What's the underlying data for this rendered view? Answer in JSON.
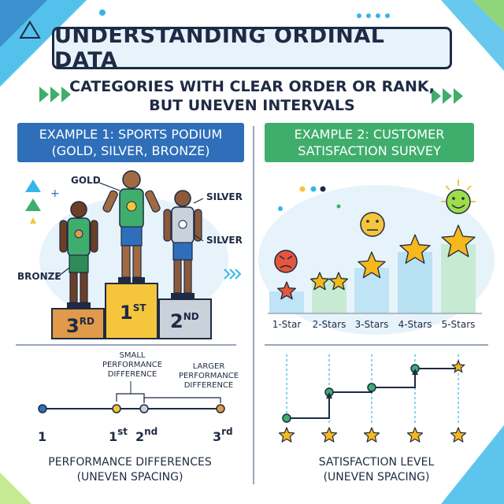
{
  "title": "UNDERSTANDING ORDINAL DATA",
  "subtitle_line1": "CATEGORIES WITH CLEAR ORDER OR RANK,",
  "subtitle_line2": "BUT UNEVEN INTERVALS",
  "example1": {
    "heading_line1": "EXAMPLE 1: SPORTS PODIUM",
    "heading_line2": "(GOLD, SILVER, BRONZE)",
    "labels": {
      "gold": "GOLD",
      "silver_top": "SILVER",
      "silver_bottom": "SILVER",
      "bronze": "BRONZE"
    },
    "podium": [
      {
        "main": "3",
        "sup": "RD",
        "color": "#e09a4a"
      },
      {
        "main": "1",
        "sup": "ST",
        "color": "#f5c53b"
      },
      {
        "main": "2",
        "sup": "ND",
        "color": "#c9d1da"
      }
    ],
    "scale": {
      "small_note_line1": "SMALL",
      "small_note_line2": "PERFORMANCE",
      "small_note_line3": "DIFFERENCE",
      "large_note_line1": "LARGER",
      "large_note_line2": "PERFORMANCE",
      "large_note_line3": "DIFFERENCE",
      "ticks": [
        {
          "main": "1",
          "sup": "",
          "color": "#2f6fba"
        },
        {
          "main": "1",
          "sup": "st",
          "color": "#f5c53b"
        },
        {
          "main": "2",
          "sup": "nd",
          "color": "#c9d1da"
        },
        {
          "main": "3",
          "sup": "rd",
          "color": "#e09a4a"
        }
      ]
    },
    "footer_line1": "PERFORMANCE DIFFERENCES",
    "footer_line2": "(UNEVEN SPACING)"
  },
  "example2": {
    "heading_line1": "EXAMPLE 2: CUSTOMER",
    "heading_line2": "SATISFACTION SURVEY",
    "ratings": [
      "1-Star",
      "2-Stars",
      "3-Stars",
      "4-Stars",
      "5-Stars"
    ],
    "rating_levels": [
      1,
      2,
      3,
      4,
      5
    ],
    "footer_line1": "SATISFACTION LEVEL",
    "footer_line2": "(UNEVEN SPACING)"
  },
  "colors": {
    "navy": "#1f2a44",
    "blue": "#2f6fba",
    "green": "#3fae6c",
    "gold": "#f5c53b",
    "star": "#f6b81a",
    "accent_cyan": "#35b6e8",
    "accent_lime": "#9fdc4a"
  }
}
